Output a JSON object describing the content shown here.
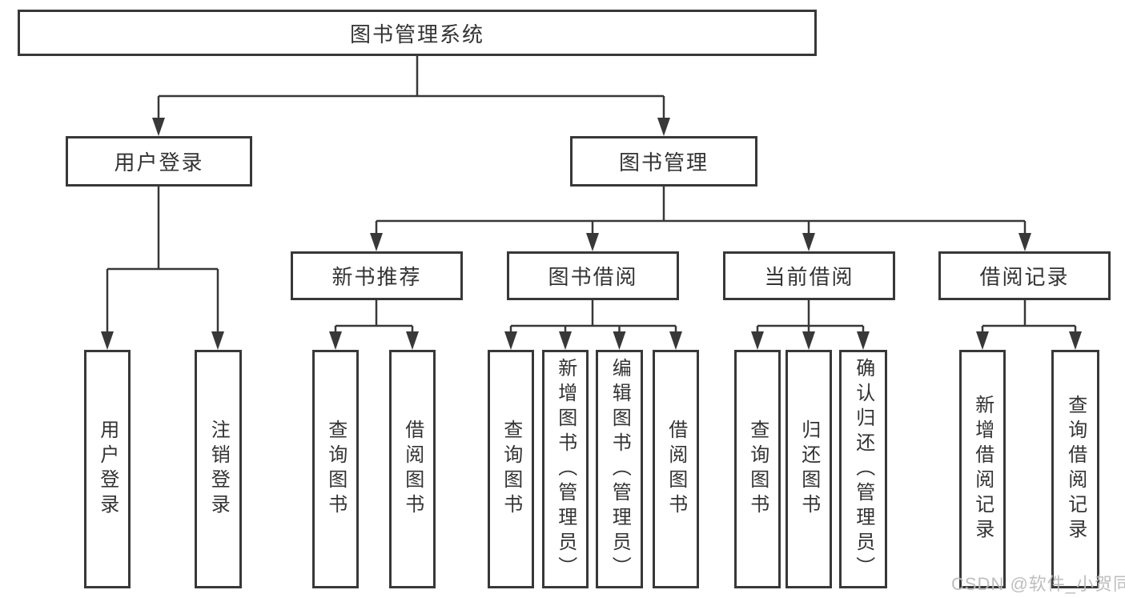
{
  "diagram": {
    "root": {
      "label": "图书管理系统"
    },
    "branches": [
      {
        "label": "用户登录",
        "children": [
          {
            "label": "用户登录"
          },
          {
            "label": "注销登录"
          }
        ]
      },
      {
        "label": "图书管理",
        "children": [
          {
            "label": "新书推荐",
            "children": [
              {
                "label": "查询图书"
              },
              {
                "label": "借阅图书"
              }
            ]
          },
          {
            "label": "图书借阅",
            "children": [
              {
                "label": "查询图书"
              },
              {
                "label": "新增图书（管理员）"
              },
              {
                "label": "编辑图书（管理员）"
              },
              {
                "label": "借阅图书"
              }
            ]
          },
          {
            "label": "当前借阅",
            "children": [
              {
                "label": "查询图书"
              },
              {
                "label": "归还图书"
              },
              {
                "label": "确认归还（管理员）"
              }
            ]
          },
          {
            "label": "借阅记录",
            "children": [
              {
                "label": "新增借阅记录"
              },
              {
                "label": "查询借阅记录"
              }
            ]
          }
        ]
      }
    ]
  },
  "watermark": {
    "text": "CSDN @软件_小贺同学"
  },
  "colors": {
    "line": "#383838",
    "text": "#333333",
    "box_background": "#ffffff",
    "watermark": "#bababa"
  }
}
